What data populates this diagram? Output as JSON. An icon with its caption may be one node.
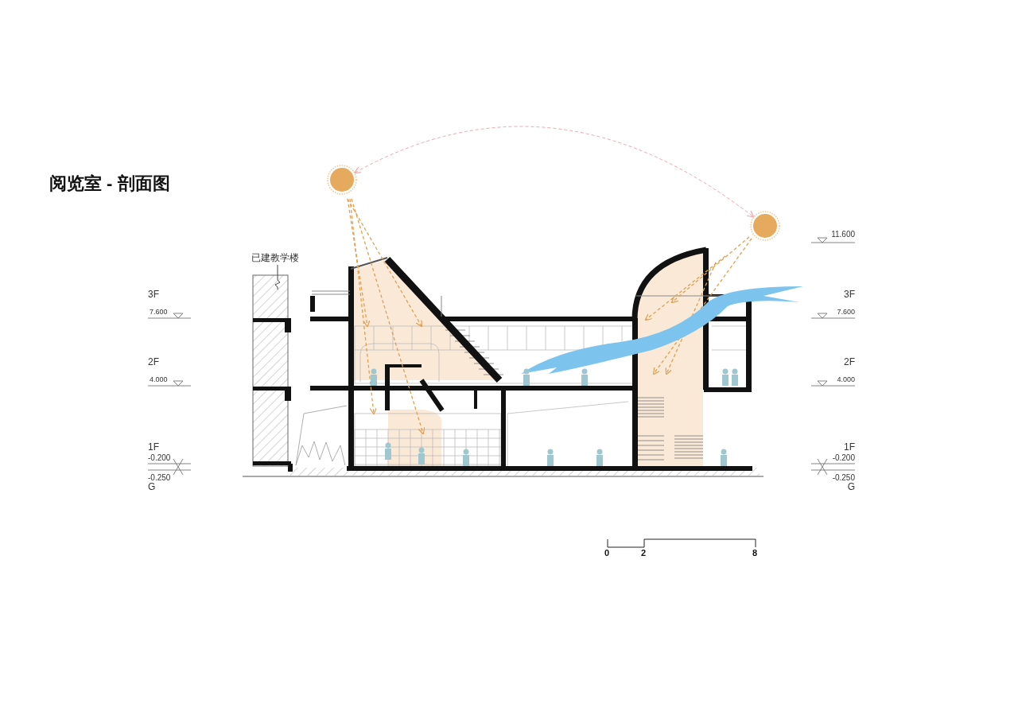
{
  "diagram": {
    "title": "阅览室 - 剖面图",
    "nodes": [
      {
        "text": [],
        "shape": "circle"
      },
      {
        "text": [],
        "shape": "circle"
      },
      {
        "text": [
          "已建教学楼"
        ]
      },
      {
        "text": [],
        "shape": "box"
      }
    ],
    "edges": [
      {
        "from": 0,
        "to": 1,
        "arrow": "both",
        "style": "dashed",
        "color": "#f2a3aa"
      },
      {
        "from": 2,
        "to": 3,
        "arrow": "none",
        "color": "#444444"
      }
    ],
    "labels": [
      "3F",
      "7.600",
      "2F",
      "4.000",
      "1F",
      "-0.200",
      "-0.250",
      "G",
      "11.600",
      "3F",
      "7.600",
      "2F",
      "4.000",
      "1F",
      "-0.200",
      "-0.250",
      "G",
      "0",
      "2",
      "8"
    ]
  }
}
